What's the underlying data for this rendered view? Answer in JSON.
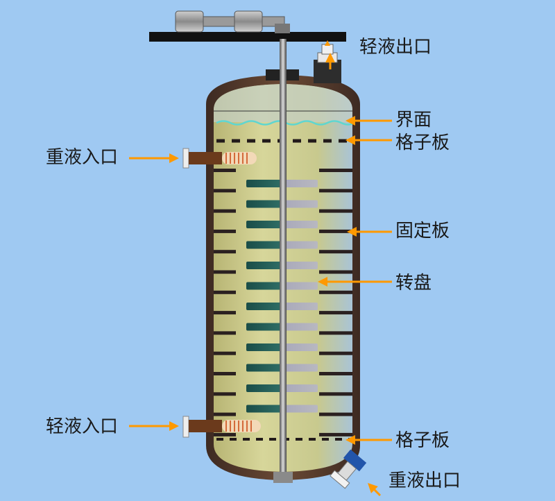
{
  "labels": {
    "light_outlet": "轻液出口",
    "interface": "界面",
    "grid_plate_top": "格子板",
    "heavy_inlet": "重液入口",
    "fixed_plate": "固定板",
    "rotor_disc": "转盘",
    "light_inlet": "轻液入口",
    "grid_plate_bottom": "格子板",
    "heavy_outlet": "重液出口"
  },
  "colors": {
    "background": "#9fc9f2",
    "arrow": "#ff9900",
    "vessel_dark": "#5a3b2a",
    "liquid": "#c9c98a",
    "plate": "#2a2020",
    "disc": "#1f5a55",
    "interface_wave": "#5fd6d0"
  },
  "icons": {
    "motor": "motor-icon",
    "shaft": "shaft-icon"
  }
}
